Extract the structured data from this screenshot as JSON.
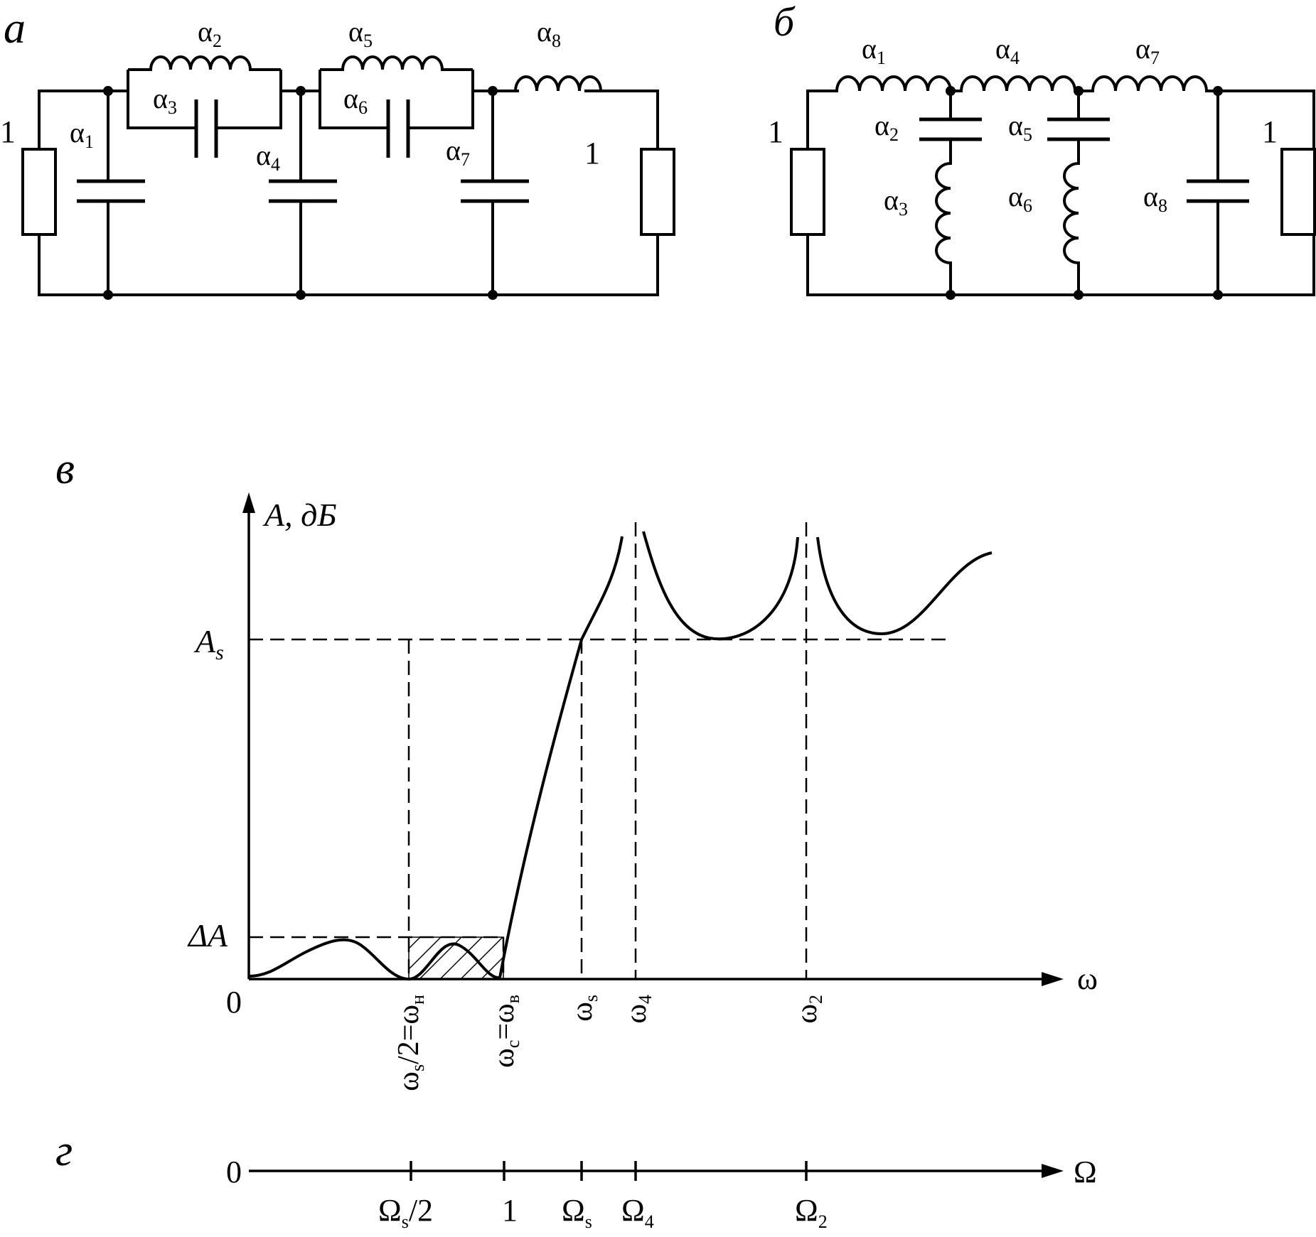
{
  "panel_a": {
    "letter": "а",
    "source_label": "1",
    "load_label": "1",
    "elements": [
      {
        "sym": "α",
        "sub": "1"
      },
      {
        "sym": "α",
        "sub": "2"
      },
      {
        "sym": "α",
        "sub": "3"
      },
      {
        "sym": "α",
        "sub": "4"
      },
      {
        "sym": "α",
        "sub": "5"
      },
      {
        "sym": "α",
        "sub": "6"
      },
      {
        "sym": "α",
        "sub": "7"
      },
      {
        "sym": "α",
        "sub": "8"
      }
    ]
  },
  "panel_b": {
    "letter": "б",
    "source_label": "1",
    "load_label": "1",
    "elements": [
      {
        "sym": "α",
        "sub": "1"
      },
      {
        "sym": "α",
        "sub": "2"
      },
      {
        "sym": "α",
        "sub": "3"
      },
      {
        "sym": "α",
        "sub": "4"
      },
      {
        "sym": "α",
        "sub": "5"
      },
      {
        "sym": "α",
        "sub": "6"
      },
      {
        "sym": "α",
        "sub": "7"
      },
      {
        "sym": "α",
        "sub": "8"
      }
    ]
  },
  "panel_v": {
    "letter": "в",
    "y_axis_label": "A, дБ",
    "x_axis_label": "ω",
    "origin": "0",
    "y_ticks": {
      "as_main": "A",
      "as_sub": "s",
      "da": "ΔA"
    },
    "x_ticks": {
      "wh": {
        "a": "ω",
        "a_sub": "s",
        "b": "/2=ω",
        "b_sub": "н"
      },
      "wb": {
        "a": "ω",
        "a_sub": "c",
        "b": "=ω",
        "b_sub": "в"
      },
      "ws": {
        "a": "ω",
        "a_sub": "s"
      },
      "w4": {
        "a": "ω",
        "a_sub": "4"
      },
      "w2": {
        "a": "ω",
        "a_sub": "2"
      }
    }
  },
  "panel_g": {
    "letter": "г",
    "axis_label": "Ω",
    "origin": "0",
    "ticks": {
      "os2": {
        "main": "Ω",
        "sub": "s",
        "suffix": "/2"
      },
      "one": {
        "main": "1"
      },
      "os": {
        "main": "Ω",
        "sub": "s"
      },
      "o4": {
        "main": "Ω",
        "sub": "4"
      },
      "o2": {
        "main": "Ω",
        "sub": "2"
      }
    }
  }
}
